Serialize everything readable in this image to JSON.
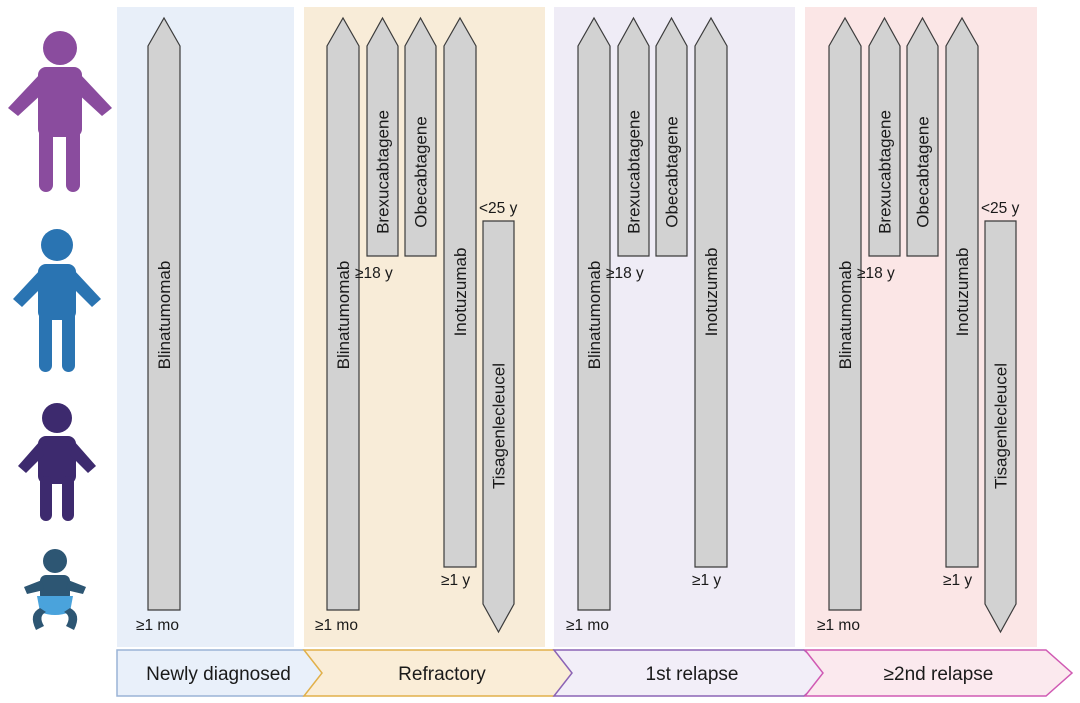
{
  "colors": {
    "panel_newly": "#e8eff9",
    "panel_refractory": "#f8ecd8",
    "panel_relapse1": "#efecf6",
    "panel_relapse2": "#fbe6e6",
    "arrow_fill": "#d2d2d2",
    "arrow_stroke": "#3b3b3b",
    "figure_child": "#8a4c9e",
    "figure_young": "#2a74b2",
    "figure_toddler": "#3d2a6e",
    "figure_infant": "#2d5673",
    "diaper": "#4aa3dc"
  },
  "age_groups": [
    {
      "icon": "adolescent-figure-icon"
    },
    {
      "icon": "child-figure-icon"
    },
    {
      "icon": "toddler-figure-icon"
    },
    {
      "icon": "infant-figure-icon"
    }
  ],
  "stages": [
    {
      "key": "newly",
      "label": "Newly diagnosed",
      "stroke": "#9ab3d6",
      "fill": "#e9f0fa",
      "arrows": [
        {
          "drug": "Blinatumomab",
          "min_age": "≥1 mo"
        }
      ]
    },
    {
      "key": "refractory",
      "label": "Refractory",
      "stroke": "#e1b04a",
      "fill": "#faedd7",
      "arrows": [
        {
          "drug": "Blinatumomab",
          "min_age": "≥1 mo"
        },
        {
          "drug": "Brexucabtagene",
          "min_age": "≥18 y"
        },
        {
          "drug": "Obecabtagene",
          "min_age": ""
        },
        {
          "drug": "Inotuzumab",
          "min_age": "≥1 y"
        },
        {
          "drug": "Tisagenlecleucel",
          "max_age": "<25 y"
        }
      ]
    },
    {
      "key": "relapse1",
      "label": "1st relapse",
      "stroke": "#8b63b5",
      "fill": "#f2eef8",
      "arrows": [
        {
          "drug": "Blinatumomab",
          "min_age": "≥1 mo"
        },
        {
          "drug": "Brexucabtagene",
          "min_age": "≥18 y"
        },
        {
          "drug": "Obecabtagene",
          "min_age": ""
        },
        {
          "drug": "Inotuzumab",
          "min_age": "≥1 y"
        }
      ]
    },
    {
      "key": "relapse2",
      "label": "≥2nd relapse",
      "stroke": "#d05ab3",
      "fill": "#fbe9ee",
      "arrows": [
        {
          "drug": "Blinatumomab",
          "min_age": "≥1 mo"
        },
        {
          "drug": "Brexucabtagene",
          "min_age": "≥18 y"
        },
        {
          "drug": "Obecabtagene",
          "min_age": ""
        },
        {
          "drug": "Inotuzumab",
          "min_age": "≥1 y"
        },
        {
          "drug": "Tisagenlecleucel",
          "max_age": "<25 y"
        }
      ]
    }
  ]
}
